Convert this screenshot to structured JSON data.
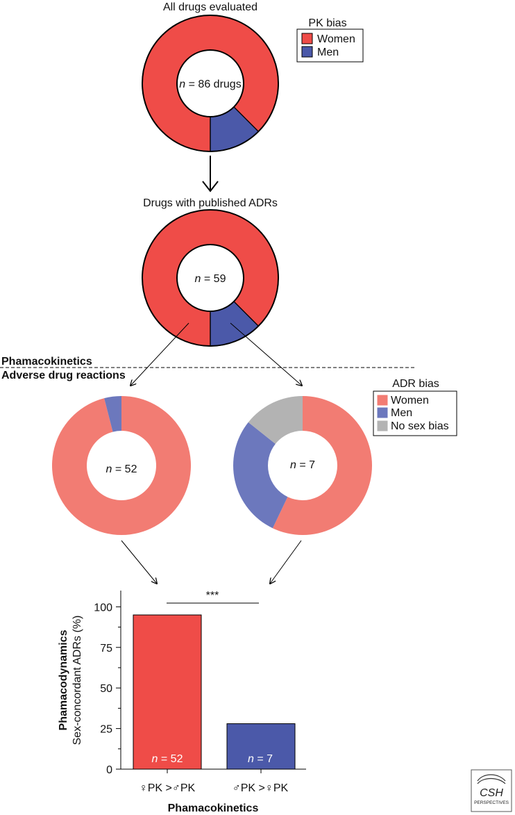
{
  "colors": {
    "women_pk": "#ef4c48",
    "men_pk": "#4b59a9",
    "women_adr": "#f27c73",
    "men_adr": "#6c78bd",
    "no_sex_bias": "#b3b3b3"
  },
  "legends": {
    "pk": {
      "title": "PK bias",
      "items": [
        "Women",
        "Men"
      ]
    },
    "adr": {
      "title": "ADR bias",
      "items": [
        "Women",
        "Men",
        "No sex bias"
      ]
    }
  },
  "section_labels": {
    "pharmacokinetics": "Phamacokinetics",
    "adverse_reactions": "Adverse drug reactions"
  },
  "logo": {
    "line1": "CSH",
    "line2": "PERSPECTIVES"
  },
  "chart_data": [
    {
      "type": "pie",
      "title": "All drugs evaluated",
      "n_label": "n",
      "n_value": "= 86 drugs",
      "slices": [
        {
          "label": "Women",
          "value": 0.875
        },
        {
          "label": "Men",
          "value": 0.125
        }
      ]
    },
    {
      "type": "pie",
      "title": "Drugs with published ADRs",
      "n_label": "n",
      "n_value": "= 59",
      "slices": [
        {
          "label": "Women",
          "value": 0.875
        },
        {
          "label": "Men",
          "value": 0.125
        }
      ]
    },
    {
      "type": "pie",
      "title": "",
      "n_label": "n",
      "n_value": "= 52",
      "slices": [
        {
          "label": "Women",
          "value": 0.96
        },
        {
          "label": "Men",
          "value": 0.04
        }
      ]
    },
    {
      "type": "pie",
      "title": "",
      "n_label": "n",
      "n_value": "= 7",
      "slices": [
        {
          "label": "Women",
          "value": 0.571
        },
        {
          "label": "Men",
          "value": 0.286
        },
        {
          "label": "No sex bias",
          "value": 0.143
        }
      ]
    },
    {
      "type": "bar",
      "title": "",
      "ylabel_bold": "Phamacodynamics",
      "ylabel": "Sex-concordant ADRs (%)",
      "xlabel": "Phamacokinetics",
      "ylim": [
        0,
        110
      ],
      "yticks": [
        "0",
        "25",
        "50",
        "75",
        "100"
      ],
      "categories": [
        "♀PK >♂PK",
        "♂PK >♀PK"
      ],
      "values": [
        95,
        28
      ],
      "bar_labels": [
        {
          "n_label": "n",
          "n_value": "= 52"
        },
        {
          "n_label": "n",
          "n_value": "= 7"
        }
      ],
      "significance": "***"
    }
  ]
}
